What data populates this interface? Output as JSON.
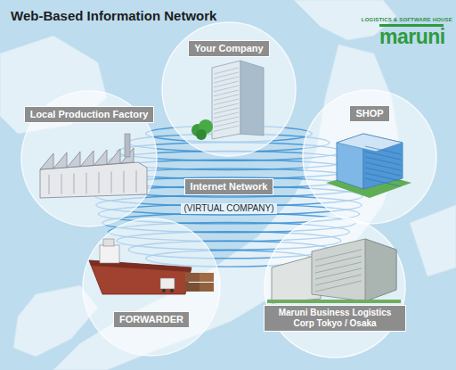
{
  "diagram": {
    "title": "Web-Based Information Network",
    "nodes": [
      {
        "text": [
          "Your Company"
        ]
      },
      {
        "text": [
          "Local Production Factory"
        ]
      },
      {
        "text": [
          "SHOP"
        ]
      },
      {
        "text": [
          "Internet Network",
          "(VIRTUAL COMPANY)"
        ]
      },
      {
        "text": [
          "FORWARDER"
        ]
      },
      {
        "text": [
          "Maruni Business Logistics Corp Tokyo / Osaka"
        ]
      }
    ],
    "labels": [
      "LOGISTICS & SOFTWARE HOUSE",
      "maruni"
    ]
  }
}
